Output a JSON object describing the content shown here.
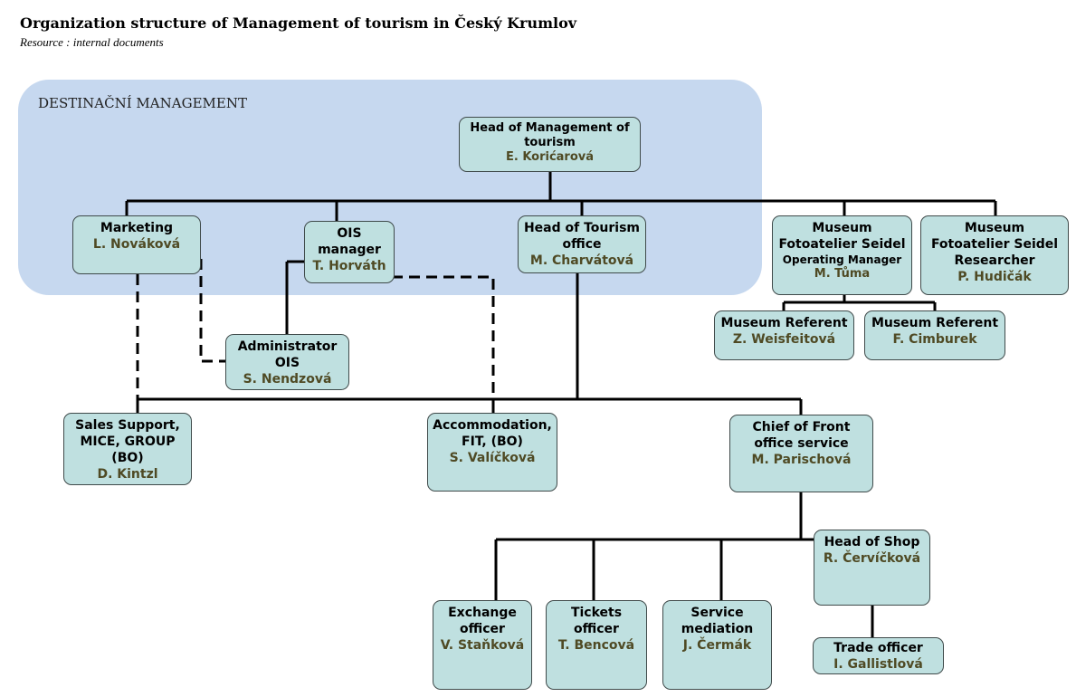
{
  "header": {
    "title": "Organization structure of Management of tourism in Český Krumlov",
    "subtitle": "Resource : internal documents"
  },
  "region": {
    "label": "DESTINAČNÍ MANAGEMENT"
  },
  "nodes": {
    "head_management": {
      "title": "Head of Management of\ntourism",
      "person": "E. Korićarová"
    },
    "marketing": {
      "title": "Marketing",
      "person": "L. Nováková"
    },
    "ois_manager": {
      "title": "OIS\nmanager",
      "person": "T. Horváth"
    },
    "head_tourism_office": {
      "title": "Head of Tourism\noffice",
      "person": "M. Charvátová"
    },
    "museum_operating": {
      "title": "Museum\nFotoatelier Seidel",
      "subtitle": "Operating Manager",
      "person": "M. Tůma"
    },
    "museum_researcher": {
      "title": "Museum\nFotoatelier Seidel\nResearcher",
      "person": "P. Hudičák"
    },
    "museum_referent_1": {
      "title": "Museum Referent",
      "person": "Z. Weisfeitová"
    },
    "museum_referent_2": {
      "title": "Museum Referent",
      "person": "F. Cimburek"
    },
    "administrator_ois": {
      "title": "Administrator\nOIS",
      "person": "S. Nendzová"
    },
    "sales_support": {
      "title": "Sales Support,\nMICE, GROUP\n(BO)",
      "person": "D. Kintzl"
    },
    "accommodation": {
      "title": "Accommodation,\nFIT, (BO)",
      "person": "S. Valíčková"
    },
    "chief_front_office": {
      "title": "Chief of Front\noffice service",
      "person": "M. Parischová"
    },
    "head_of_shop": {
      "title": "Head of Shop",
      "person": "R. Červíčková"
    },
    "exchange_officer": {
      "title": "Exchange\nofficer",
      "person": "V. Staňková"
    },
    "tickets_officer": {
      "title": "Tickets\nofficer",
      "person": "T. Bencová"
    },
    "service_mediation": {
      "title": "Service\nmediation",
      "person": "J. Čermák"
    },
    "trade_officer": {
      "title": "Trade officer",
      "person": "I. Gallistlová"
    }
  },
  "colors": {
    "region_fill": "#c6d8ef",
    "box_fill": "#bfe0e0",
    "box_border": "#3f4a4a",
    "person_text": "#4f4a24",
    "connector": "#000000"
  }
}
